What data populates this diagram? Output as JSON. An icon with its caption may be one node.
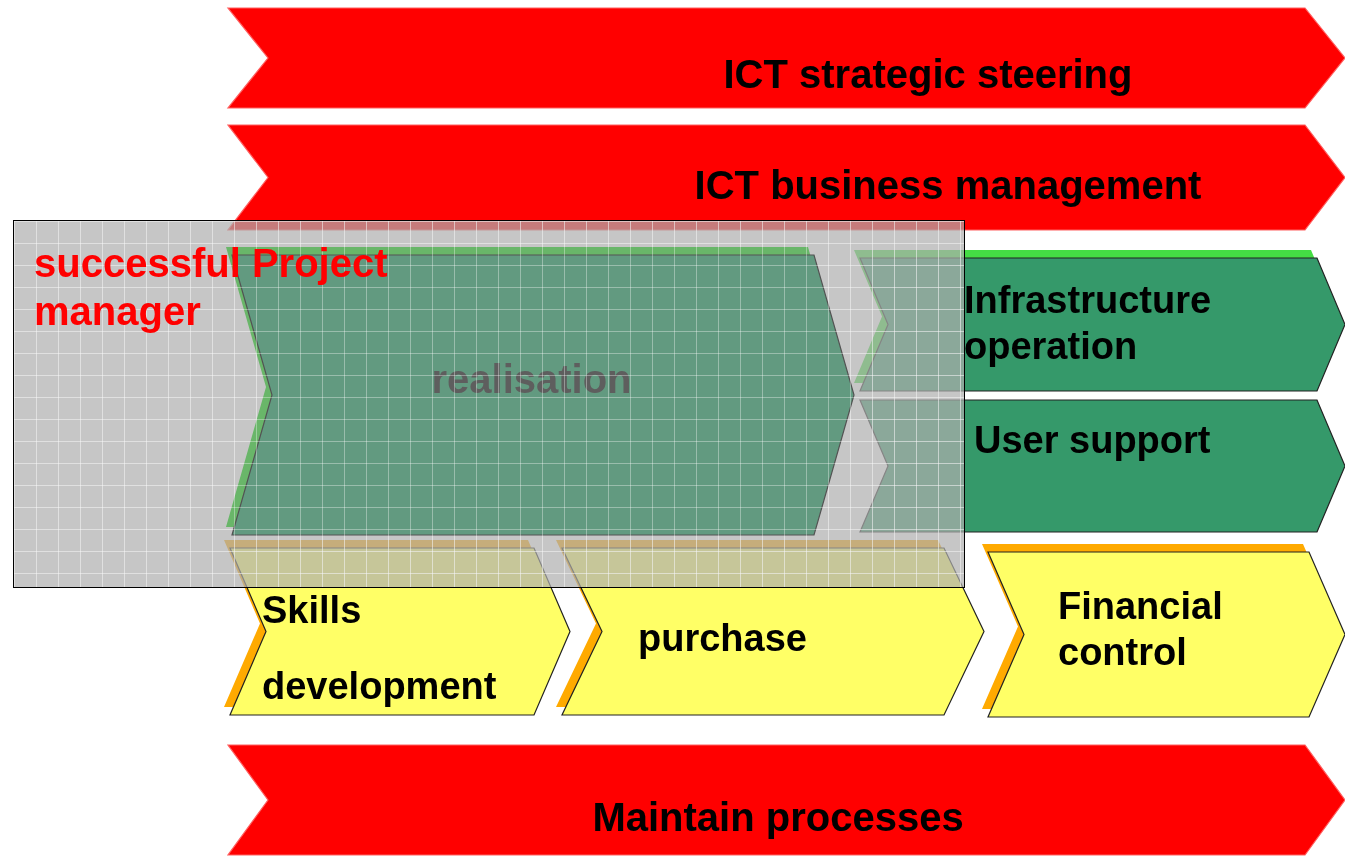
{
  "diagram": {
    "nodes": [
      {
        "text": [
          "ICT strategic steering"
        ]
      },
      {
        "text": [
          "ICT business management"
        ]
      },
      {
        "text": [
          "successful Project manager"
        ]
      },
      {
        "text": [
          "realisation"
        ],
        "in": 2
      },
      {
        "text": [
          "Infrastructure operation"
        ]
      },
      {
        "text": [
          "User support"
        ]
      },
      {
        "text": [
          "Skills development"
        ]
      },
      {
        "text": [
          "purchase"
        ]
      },
      {
        "text": [
          "Financial control"
        ]
      },
      {
        "text": [
          "Maintain processes"
        ]
      }
    ]
  }
}
